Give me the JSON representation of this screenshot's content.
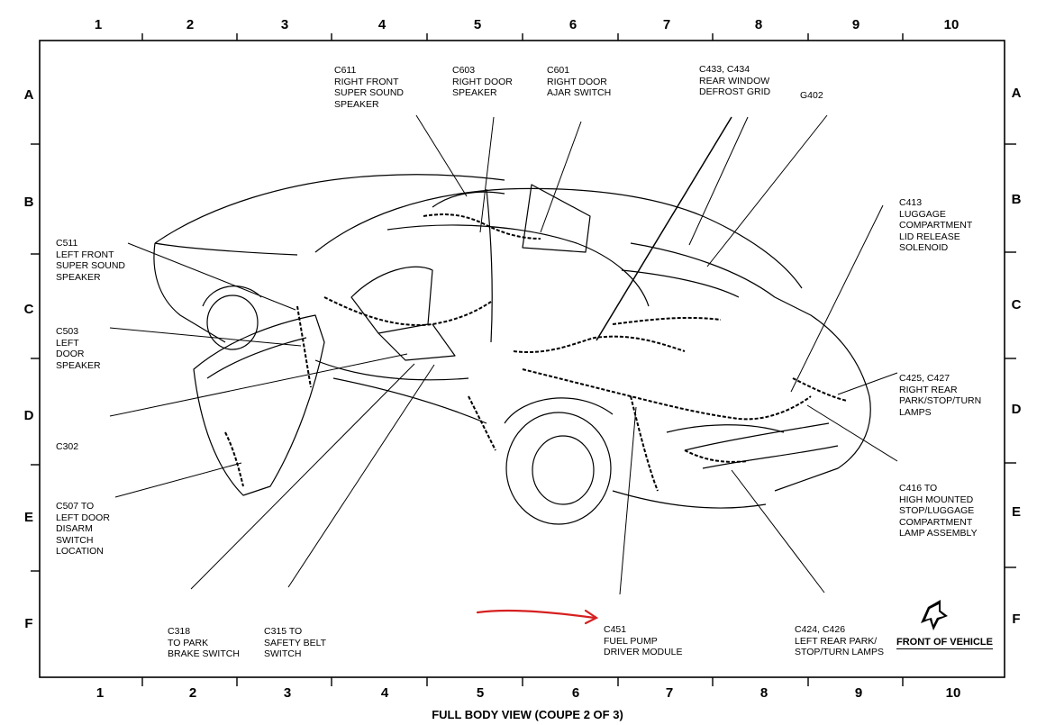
{
  "diagram": {
    "caption": "FULL BODY VIEW (COUPE 2 OF 3)",
    "columns": [
      "1",
      "2",
      "3",
      "4",
      "5",
      "6",
      "7",
      "8",
      "9",
      "10"
    ],
    "rows": [
      "A",
      "B",
      "C",
      "D",
      "E",
      "F"
    ],
    "front_label": "FRONT OF VEHICLE",
    "annotation_color": "#d62020",
    "labels": {
      "c611": [
        "C611",
        "RIGHT FRONT",
        "SUPER SOUND",
        "SPEAKER"
      ],
      "c603": [
        "C603",
        "RIGHT DOOR",
        "SPEAKER"
      ],
      "c601": [
        "C601",
        "RIGHT DOOR",
        "AJAR SWITCH"
      ],
      "c433": [
        "C433, C434",
        "REAR WINDOW",
        "DEFROST GRID"
      ],
      "g402": [
        "G402"
      ],
      "c413": [
        "C413",
        "LUGGAGE",
        "COMPARTMENT",
        "LID RELEASE",
        "SOLENOID"
      ],
      "c511": [
        "C511",
        "LEFT FRONT",
        "SUPER SOUND",
        "SPEAKER"
      ],
      "c503": [
        "C503",
        "LEFT",
        "DOOR",
        "SPEAKER"
      ],
      "c302": [
        "C302"
      ],
      "c507": [
        "C507 TO",
        "LEFT DOOR",
        "DISARM",
        "SWITCH",
        "LOCATION"
      ],
      "c425": [
        "C425, C427",
        "RIGHT REAR",
        "PARK/STOP/TURN",
        "LAMPS"
      ],
      "c416": [
        "C416 TO",
        "HIGH MOUNTED",
        "STOP/LUGGAGE",
        "COMPARTMENT",
        "LAMP ASSEMBLY"
      ],
      "c318": [
        "C318",
        "TO PARK",
        "BRAKE SWITCH"
      ],
      "c315": [
        "C315 TO",
        "SAFETY BELT",
        "SWITCH"
      ],
      "c451": [
        "C451",
        "FUEL PUMP",
        "DRIVER MODULE"
      ],
      "c424": [
        "C424, C426",
        "LEFT REAR PARK/",
        "STOP/TURN LAMPS"
      ]
    }
  }
}
